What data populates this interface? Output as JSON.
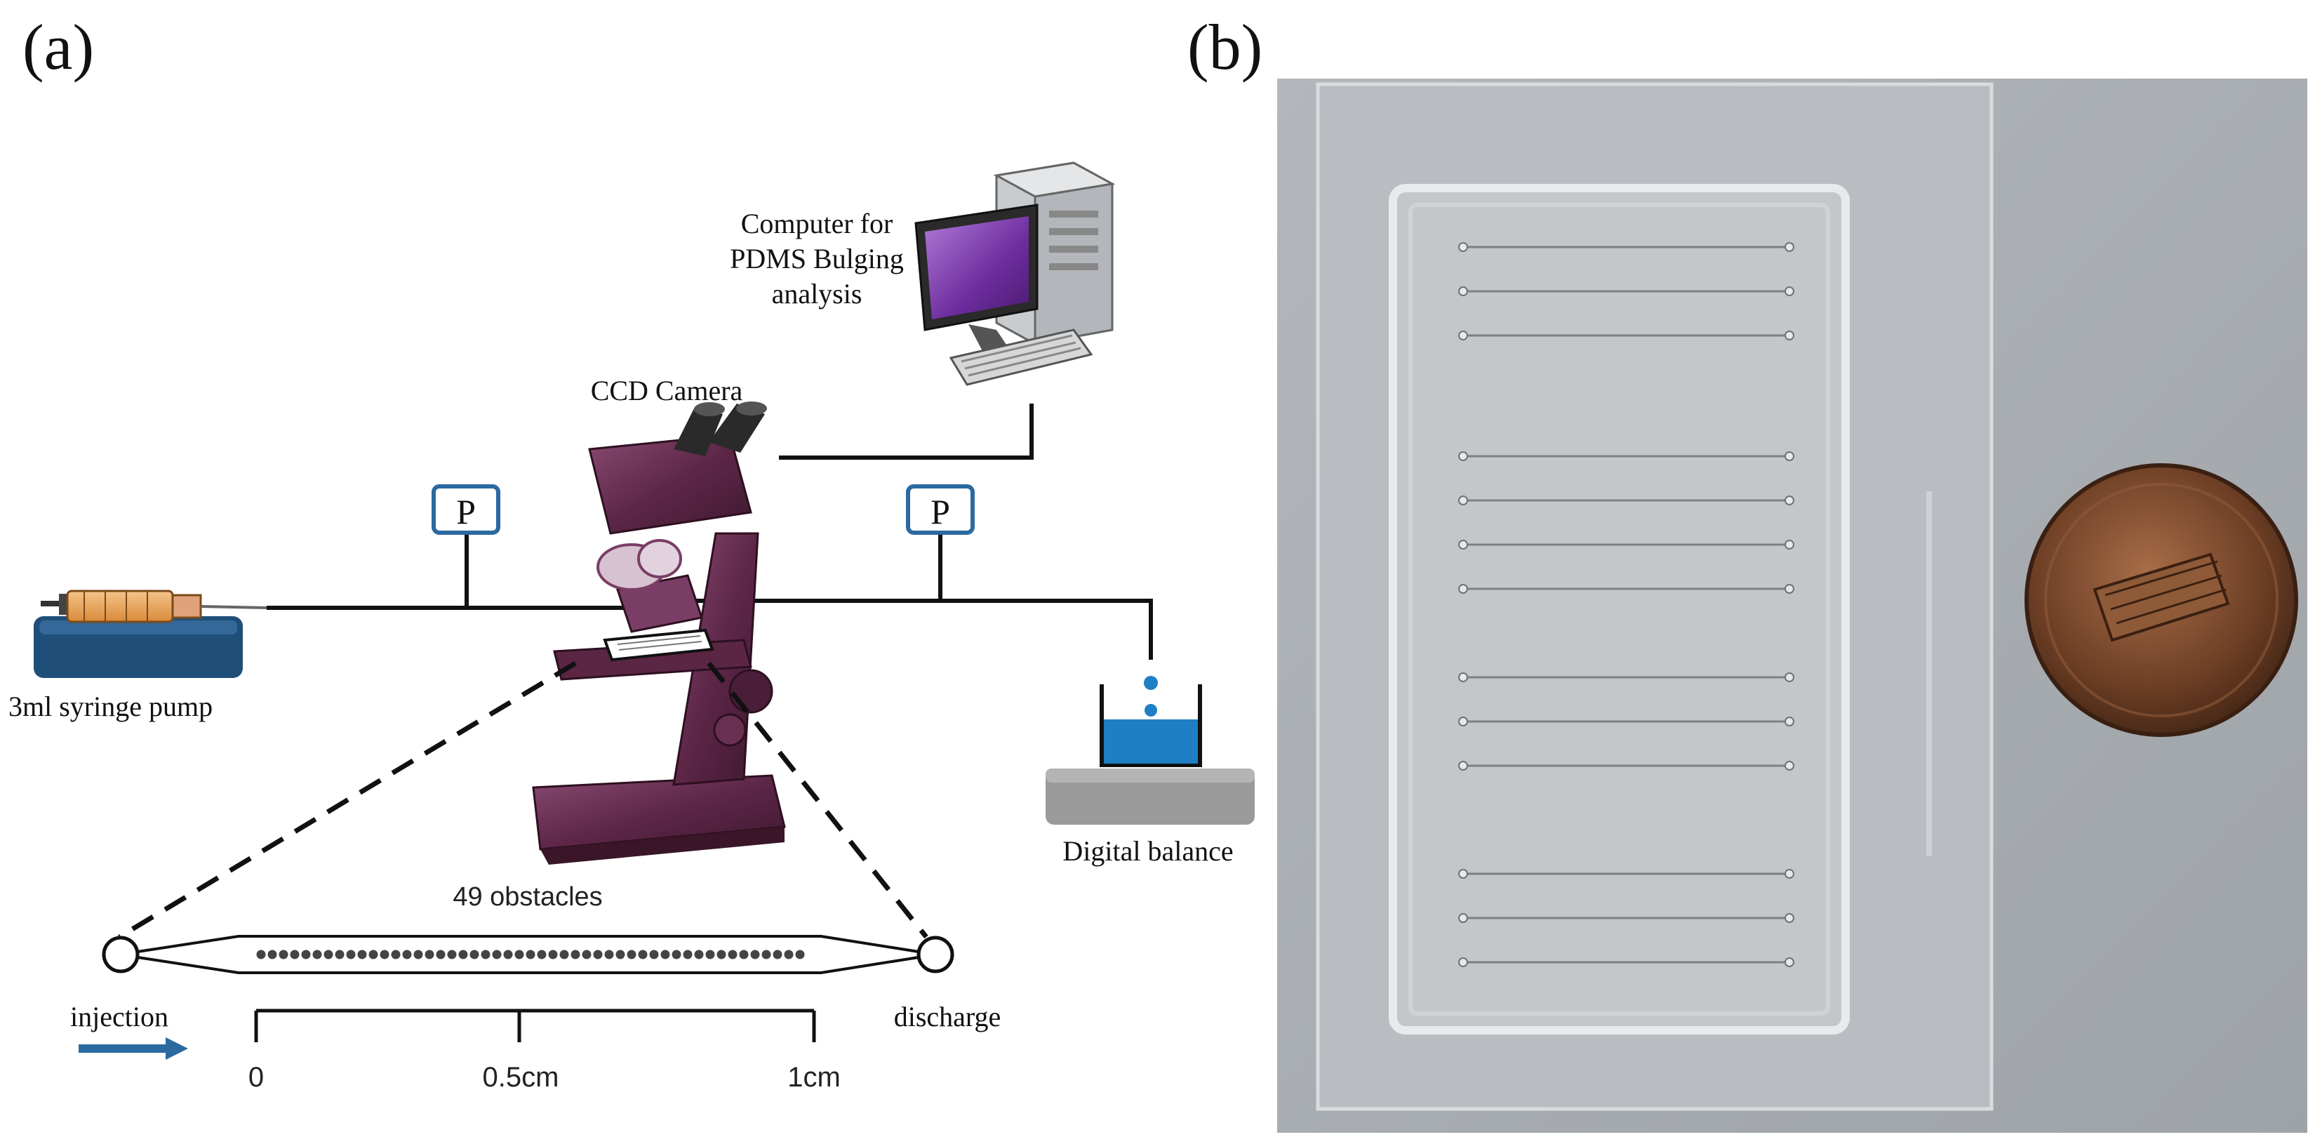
{
  "panel_a": {
    "label": "(a)",
    "computer_label_lines": [
      "Computer for",
      "PDMS Bulging",
      "analysis"
    ],
    "camera_label": "CCD Camera",
    "pressure_left": "P",
    "pressure_right": "P",
    "pump_label": "3ml syringe pump",
    "balance_label": "Digital balance",
    "obstacles_label": "49 obstacles",
    "obstacle_count": 49,
    "injection_label": "injection",
    "discharge_label": "discharge",
    "scale_ticks": [
      "0",
      "0.5cm",
      "1cm"
    ]
  },
  "panel_b": {
    "label": "(b)",
    "channel_count": 13
  },
  "colors": {
    "tube": "#111111",
    "pressure_box": "#2a6aa0",
    "pump_base": "#1f4e79",
    "water": "#1f7fc4",
    "balance": "#9a9a9a",
    "microscope": "#6b2f55",
    "monitor_screen": "#7a3aa0",
    "arrow": "#2a6aa0",
    "photo_bg": "#a9adb1",
    "coin": "#7a4a2a"
  }
}
